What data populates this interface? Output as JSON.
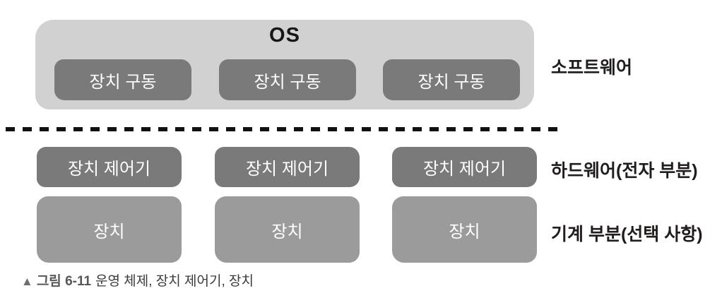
{
  "diagram": {
    "os_layer": {
      "title": "OS",
      "driver_boxes": [
        "장치 구동",
        "장치 구동",
        "장치 구동"
      ]
    },
    "controller_row": [
      "장치 제어기",
      "장치 제어기",
      "장치 제어기"
    ],
    "device_row": [
      "장치",
      "장치",
      "장치"
    ],
    "side_labels": {
      "software": "소프트웨어",
      "hardware": "하드웨어(전자 부분)",
      "mechanical": "기계 부분(선택 사항)"
    },
    "caption": {
      "marker": "▲",
      "figure_label": "그림 6-11",
      "text": "운영 체제, 장치 제어기, 장치"
    },
    "colors": {
      "os_container_bg": "#d1d1d1",
      "dark_box_bg": "#7a7a7a",
      "device_box_bg": "#9b9b9b",
      "box_text": "#ffffff",
      "divider": "#111111"
    }
  }
}
